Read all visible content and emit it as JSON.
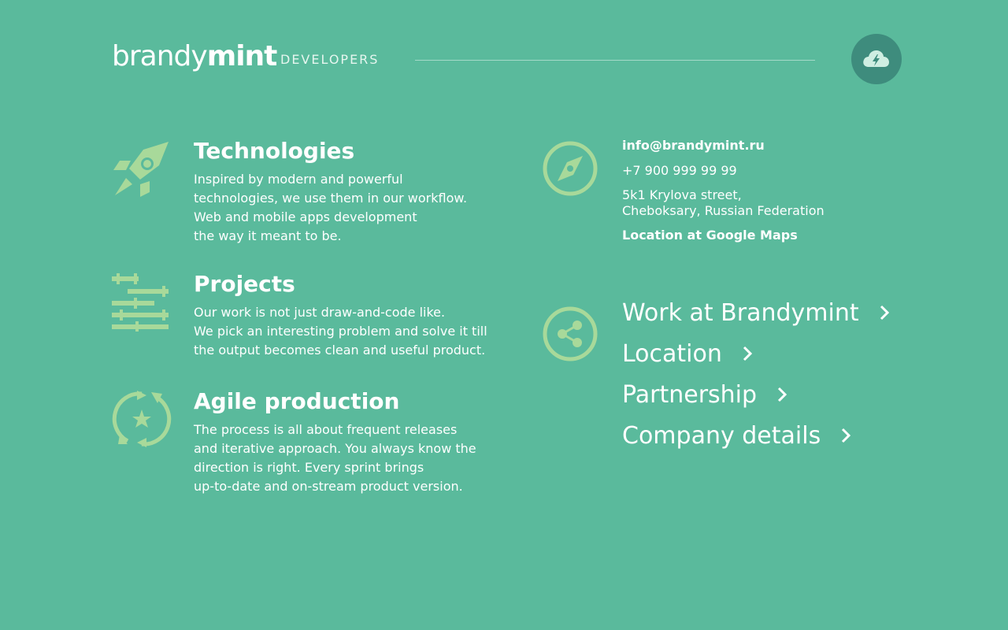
{
  "header": {
    "logo_light": "brandy",
    "logo_bold": "mint",
    "section_label": "DEVELOPERS",
    "cloud_icon": "cloud-lightning-icon"
  },
  "features": [
    {
      "icon": "rocket-icon",
      "title": "Technologies",
      "lines": [
        "Inspired by modern and powerful",
        "technologies, we use them in our workflow.",
        "Web and mobile apps development",
        "the way it meant to be."
      ]
    },
    {
      "icon": "sliders-icon",
      "title": "Projects",
      "lines": [
        "Our work is not just draw-and-code like.",
        "We pick an interesting problem and solve it till",
        "the output becomes clean and useful product."
      ]
    },
    {
      "icon": "agile-cycle-icon",
      "title": "Agile production",
      "lines": [
        "The process is all about frequent releases",
        "and iterative approach. You always know the",
        "direction is right. Every sprint brings",
        "up-to-date and on-stream product version."
      ]
    }
  ],
  "contacts": {
    "icon": "compass-icon",
    "email": "info@brandymint.ru",
    "phone": "+7 900 999 99 99",
    "address_line1": "5k1 Krylova street,",
    "address_line2": "Cheboksary, Russian Federation",
    "map_link": "Location at Google Maps"
  },
  "links": {
    "icon": "share-icon",
    "items": [
      "Work at Brandymint",
      "Location",
      "Partnership",
      "Company details"
    ]
  },
  "colors": {
    "background": "#5aba9c",
    "accent_icon": "#a8d99a",
    "button_bg": "#3e8c7d",
    "text": "#ffffff"
  }
}
